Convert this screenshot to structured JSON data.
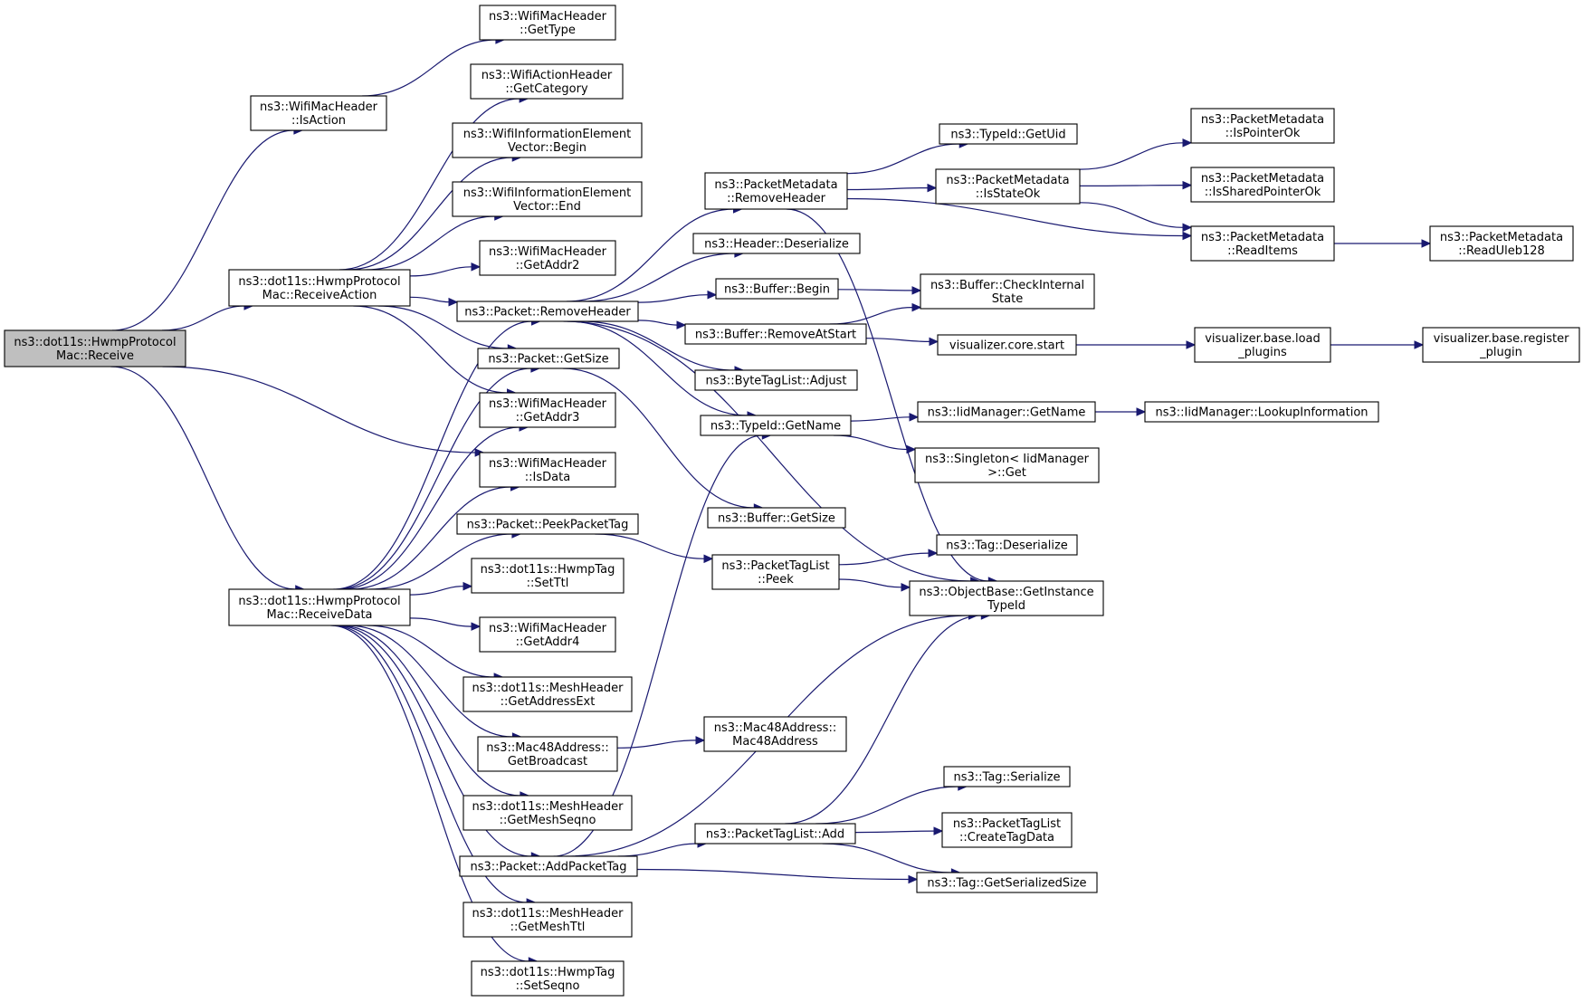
{
  "graph": {
    "nodes": [
      {
        "id": "receive",
        "lines": [
          "ns3::dot11s::HwmpProtocol",
          "Mac::Receive"
        ],
        "highlight": true
      },
      {
        "id": "isaction",
        "lines": [
          "ns3::WifiMacHeader",
          "::IsAction"
        ]
      },
      {
        "id": "receiveaction",
        "lines": [
          "ns3::dot11s::HwmpProtocol",
          "Mac::ReceiveAction"
        ]
      },
      {
        "id": "receivedata",
        "lines": [
          "ns3::dot11s::HwmpProtocol",
          "Mac::ReceiveData"
        ]
      },
      {
        "id": "gettype",
        "lines": [
          "ns3::WifiMacHeader",
          "::GetType"
        ]
      },
      {
        "id": "getcategory",
        "lines": [
          "ns3::WifiActionHeader",
          "::GetCategory"
        ]
      },
      {
        "id": "iebegin",
        "lines": [
          "ns3::WifiInformationElement",
          "Vector::Begin"
        ]
      },
      {
        "id": "ieend",
        "lines": [
          "ns3::WifiInformationElement",
          "Vector::End"
        ]
      },
      {
        "id": "getaddr2",
        "lines": [
          "ns3::WifiMacHeader",
          "::GetAddr2"
        ]
      },
      {
        "id": "removeheader",
        "lines": [
          "ns3::Packet::RemoveHeader"
        ]
      },
      {
        "id": "pktgetsize",
        "lines": [
          "ns3::Packet::GetSize"
        ]
      },
      {
        "id": "getaddr3",
        "lines": [
          "ns3::WifiMacHeader",
          "::GetAddr3"
        ]
      },
      {
        "id": "isdata",
        "lines": [
          "ns3::WifiMacHeader",
          "::IsData"
        ]
      },
      {
        "id": "peekpackettag",
        "lines": [
          "ns3::Packet::PeekPacketTag"
        ]
      },
      {
        "id": "setttl",
        "lines": [
          "ns3::dot11s::HwmpTag",
          "::SetTtl"
        ]
      },
      {
        "id": "getaddr4",
        "lines": [
          "ns3::WifiMacHeader",
          "::GetAddr4"
        ]
      },
      {
        "id": "getaddressext",
        "lines": [
          "ns3::dot11s::MeshHeader",
          "::GetAddressExt"
        ]
      },
      {
        "id": "getbroadcast",
        "lines": [
          "ns3::Mac48Address::",
          "GetBroadcast"
        ]
      },
      {
        "id": "getmeshseqno",
        "lines": [
          "ns3::dot11s::MeshHeader",
          "::GetMeshSeqno"
        ]
      },
      {
        "id": "addpackettag",
        "lines": [
          "ns3::Packet::AddPacketTag"
        ]
      },
      {
        "id": "getmeshttl",
        "lines": [
          "ns3::dot11s::MeshHeader",
          "::GetMeshTtl"
        ]
      },
      {
        "id": "setseqno",
        "lines": [
          "ns3::dot11s::HwmpTag",
          "::SetSeqno"
        ]
      },
      {
        "id": "pmremoveheader",
        "lines": [
          "ns3::PacketMetadata",
          "::RemoveHeader"
        ]
      },
      {
        "id": "hdrdeserialize",
        "lines": [
          "ns3::Header::Deserialize"
        ]
      },
      {
        "id": "bufbegin",
        "lines": [
          "ns3::Buffer::Begin"
        ]
      },
      {
        "id": "bufremoveatstart",
        "lines": [
          "ns3::Buffer::RemoveAtStart"
        ]
      },
      {
        "id": "btladjust",
        "lines": [
          "ns3::ByteTagList::Adjust"
        ]
      },
      {
        "id": "tidgetname",
        "lines": [
          "ns3::TypeId::GetName"
        ]
      },
      {
        "id": "bufgetsize",
        "lines": [
          "ns3::Buffer::GetSize"
        ]
      },
      {
        "id": "ptlpeek",
        "lines": [
          "ns3::PacketTagList",
          "::Peek"
        ]
      },
      {
        "id": "mac48ctor",
        "lines": [
          "ns3::Mac48Address::",
          "Mac48Address"
        ]
      },
      {
        "id": "ptladd",
        "lines": [
          "ns3::PacketTagList::Add"
        ]
      },
      {
        "id": "tidgetuid",
        "lines": [
          "ns3::TypeId::GetUid"
        ]
      },
      {
        "id": "pmisstateok",
        "lines": [
          "ns3::PacketMetadata",
          "::IsStateOk"
        ]
      },
      {
        "id": "bufcheckinternal",
        "lines": [
          "ns3::Buffer::CheckInternal",
          "State"
        ]
      },
      {
        "id": "vizstart",
        "lines": [
          "visualizer.core.start"
        ]
      },
      {
        "id": "iidgetname",
        "lines": [
          "ns3::IidManager::GetName"
        ]
      },
      {
        "id": "singletonget",
        "lines": [
          "ns3::Singleton< IidManager",
          ">::Get"
        ]
      },
      {
        "id": "tagdeserialize",
        "lines": [
          "ns3::Tag::Deserialize"
        ]
      },
      {
        "id": "getinstancetypeid",
        "lines": [
          "ns3::ObjectBase::GetInstance",
          "TypeId"
        ]
      },
      {
        "id": "tagserialize",
        "lines": [
          "ns3::Tag::Serialize"
        ]
      },
      {
        "id": "ptlcreatetagdata",
        "lines": [
          "ns3::PacketTagList",
          "::CreateTagData"
        ]
      },
      {
        "id": "taggetserializedsize",
        "lines": [
          "ns3::Tag::GetSerializedSize"
        ]
      },
      {
        "id": "pmispointerok",
        "lines": [
          "ns3::PacketMetadata",
          "::IsPointerOk"
        ]
      },
      {
        "id": "pmissharedpointerok",
        "lines": [
          "ns3::PacketMetadata",
          "::IsSharedPointerOk"
        ]
      },
      {
        "id": "pmreaditems",
        "lines": [
          "ns3::PacketMetadata",
          "::ReadItems"
        ]
      },
      {
        "id": "vizloadplugins",
        "lines": [
          "visualizer.base.load",
          "_plugins"
        ]
      },
      {
        "id": "iidlookup",
        "lines": [
          "ns3::IidManager::LookupInformation"
        ]
      },
      {
        "id": "pmreaduleb128",
        "lines": [
          "ns3::PacketMetadata",
          "::ReadUleb128"
        ]
      },
      {
        "id": "vizregisterplugin",
        "lines": [
          "visualizer.base.register",
          "_plugin"
        ]
      }
    ],
    "edges": [
      [
        "receive",
        "isaction"
      ],
      [
        "receive",
        "receiveaction"
      ],
      [
        "receive",
        "isdata"
      ],
      [
        "receive",
        "receivedata"
      ],
      [
        "isaction",
        "gettype"
      ],
      [
        "receiveaction",
        "getcategory"
      ],
      [
        "receiveaction",
        "iebegin"
      ],
      [
        "receiveaction",
        "ieend"
      ],
      [
        "receiveaction",
        "getaddr2"
      ],
      [
        "receiveaction",
        "removeheader"
      ],
      [
        "receiveaction",
        "pktgetsize"
      ],
      [
        "receiveaction",
        "getaddr3"
      ],
      [
        "receivedata",
        "removeheader"
      ],
      [
        "receivedata",
        "pktgetsize"
      ],
      [
        "receivedata",
        "getaddr3"
      ],
      [
        "receivedata",
        "isdata"
      ],
      [
        "receivedata",
        "peekpackettag"
      ],
      [
        "receivedata",
        "setttl"
      ],
      [
        "receivedata",
        "getaddr4"
      ],
      [
        "receivedata",
        "getaddressext"
      ],
      [
        "receivedata",
        "getbroadcast"
      ],
      [
        "receivedata",
        "getmeshseqno"
      ],
      [
        "receivedata",
        "addpackettag"
      ],
      [
        "receivedata",
        "getmeshttl"
      ],
      [
        "receivedata",
        "setseqno"
      ],
      [
        "removeheader",
        "pmremoveheader"
      ],
      [
        "removeheader",
        "hdrdeserialize"
      ],
      [
        "removeheader",
        "bufbegin"
      ],
      [
        "removeheader",
        "bufremoveatstart"
      ],
      [
        "removeheader",
        "btladjust"
      ],
      [
        "removeheader",
        "tidgetname"
      ],
      [
        "removeheader",
        "getinstancetypeid"
      ],
      [
        "pktgetsize",
        "bufgetsize"
      ],
      [
        "peekpackettag",
        "ptlpeek"
      ],
      [
        "getbroadcast",
        "mac48ctor"
      ],
      [
        "addpackettag",
        "tidgetname"
      ],
      [
        "addpackettag",
        "getinstancetypeid"
      ],
      [
        "addpackettag",
        "ptladd"
      ],
      [
        "addpackettag",
        "taggetserializedsize"
      ],
      [
        "pmremoveheader",
        "tidgetuid"
      ],
      [
        "pmremoveheader",
        "pmisstateok"
      ],
      [
        "pmremoveheader",
        "pmreaditems"
      ],
      [
        "pmremoveheader",
        "getinstancetypeid"
      ],
      [
        "bufbegin",
        "bufcheckinternal"
      ],
      [
        "bufremoveatstart",
        "bufcheckinternal"
      ],
      [
        "bufremoveatstart",
        "vizstart"
      ],
      [
        "tidgetname",
        "iidgetname"
      ],
      [
        "tidgetname",
        "singletonget"
      ],
      [
        "ptlpeek",
        "tagdeserialize"
      ],
      [
        "ptlpeek",
        "getinstancetypeid"
      ],
      [
        "ptladd",
        "tagserialize"
      ],
      [
        "ptladd",
        "ptlcreatetagdata"
      ],
      [
        "ptladd",
        "taggetserializedsize"
      ],
      [
        "ptladd",
        "getinstancetypeid"
      ],
      [
        "pmisstateok",
        "pmispointerok"
      ],
      [
        "pmisstateok",
        "pmissharedpointerok"
      ],
      [
        "pmisstateok",
        "pmreaditems"
      ],
      [
        "pmreaditems",
        "pmreaduleb128"
      ],
      [
        "vizstart",
        "vizloadplugins"
      ],
      [
        "vizloadplugins",
        "vizregisterplugin"
      ],
      [
        "iidgetname",
        "iidlookup"
      ]
    ]
  }
}
